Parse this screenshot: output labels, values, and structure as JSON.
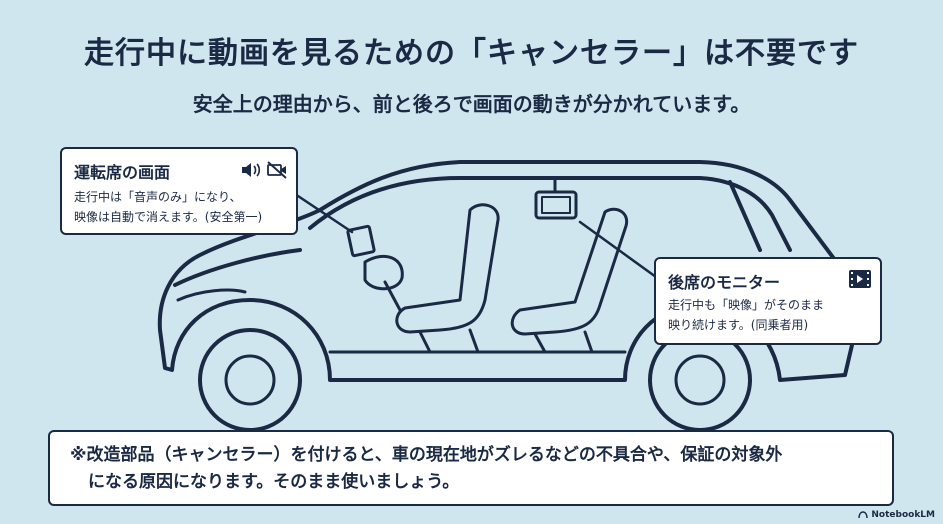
{
  "header": {
    "title": "走行中に動画を見るための「キャンセラー」は不要です",
    "subtitle": "安全上の理由から、前と後ろで画面の動きが分かれています。"
  },
  "driver_callout": {
    "title": "運転席の画面",
    "line1": "走行中は「音声のみ」になり、",
    "line2": "映像は自動で消えます。(安全第一)",
    "icons": [
      "speaker-icon",
      "no-video-icon"
    ]
  },
  "rear_callout": {
    "title": "後席のモニター",
    "line1": "走行中も「映像」がそのまま",
    "line2": "映り続けます。(同乗者用)",
    "icons": [
      "film-icon"
    ]
  },
  "note": {
    "line1": "※改造部品（キャンセラー）を付けると、車の現在地がズレるなどの不具合や、保証の対象外",
    "line2": "になる原因になります。そのまま使いましょう。"
  },
  "brand": {
    "label": "NotebookLM"
  },
  "colors": {
    "background": "#cfe6ee",
    "ink": "#1b2a44",
    "box": "#ffffff"
  }
}
